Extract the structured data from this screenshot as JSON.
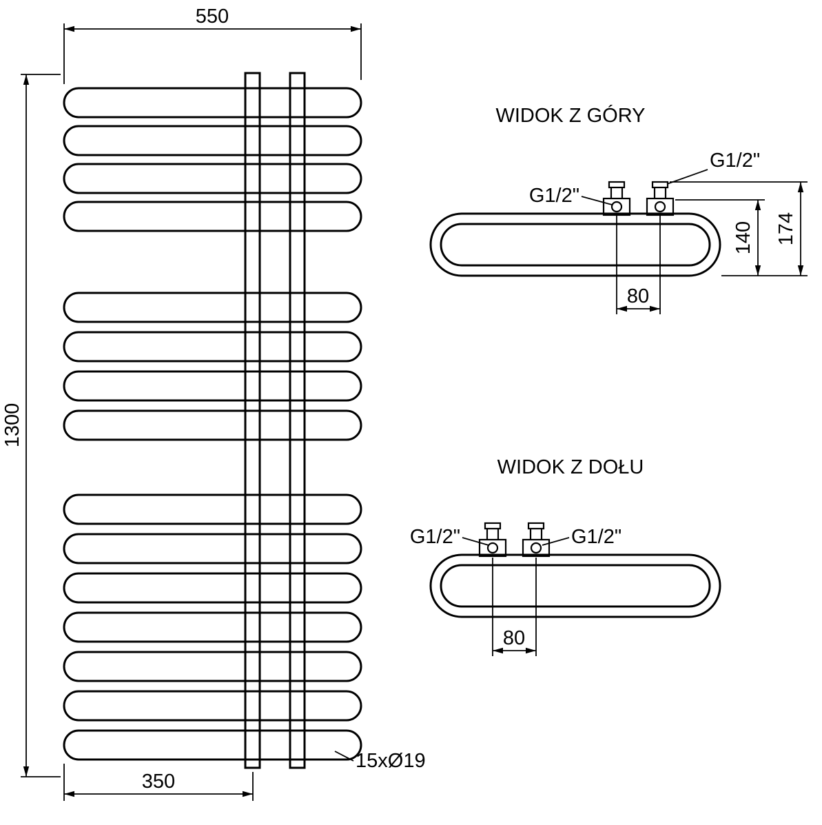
{
  "front_view": {
    "width_label": "550",
    "height_label": "1300",
    "bottom_width_label": "350",
    "tube_count_label": "15xØ19"
  },
  "top_view": {
    "title": "WIDOK Z GÓRY",
    "left_thread_label": "G1/2\"",
    "right_thread_label": "G1/2\"",
    "depth_label": "140",
    "total_depth_label": "174",
    "valve_spacing_label": "80"
  },
  "bottom_view": {
    "title": "WIDOK Z DOŁU",
    "left_thread_label": "G1/2\"",
    "right_thread_label": "G1/2\"",
    "valve_spacing_label": "80"
  },
  "colors": {
    "line": "#000000",
    "background": "#ffffff"
  }
}
